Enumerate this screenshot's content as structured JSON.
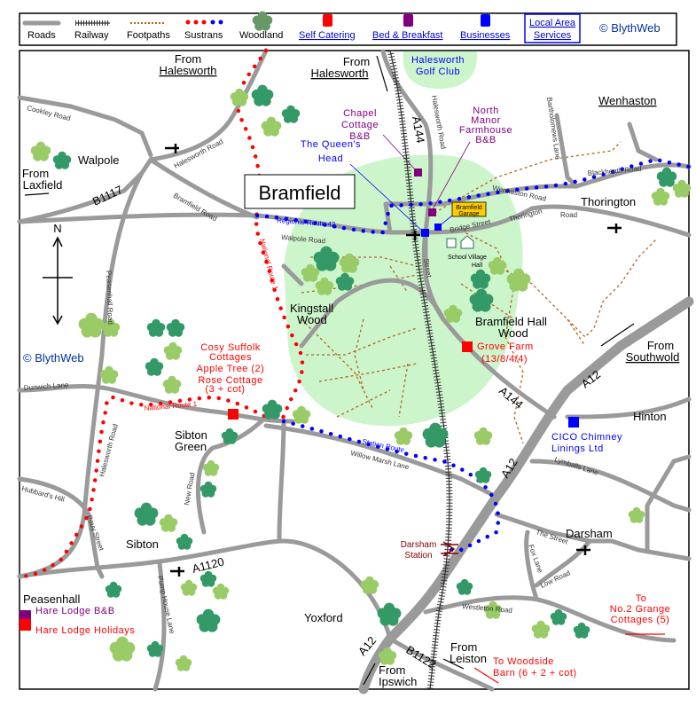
{
  "legend": {
    "items": [
      {
        "label": "Roads",
        "icon": "road-swatch"
      },
      {
        "label": "Railway",
        "icon": "railway-swatch"
      },
      {
        "label": "Footpaths",
        "icon": "footpath-swatch"
      },
      {
        "label": "Sustrans",
        "icon": "sustrans-swatch"
      },
      {
        "label": "Woodland",
        "icon": "tree-icon"
      }
    ],
    "links": [
      {
        "label": "Self Catering",
        "color": "#ff0000"
      },
      {
        "label": "Bed & Breakfast",
        "color": "#800080"
      },
      {
        "label": "Businesses",
        "color": "#0000ff"
      }
    ],
    "services_line1": "Local Area",
    "services_line2": "Services",
    "logo": "© BlythWeb"
  },
  "colors": {
    "road": "#9a9a9a",
    "woodland_area": "#ccf5cc",
    "tree_dark": "#339966",
    "tree_light": "#99cc66",
    "footpath": "#b5651d",
    "garage": "#ffcc00"
  },
  "map": {
    "title": "Bramfield",
    "logo": "© BlythWeb",
    "directions": {
      "from_halesworth_1a": "From",
      "from_halesworth_1b": "Halesworth",
      "from_halesworth_2a": "From",
      "from_halesworth_2b": "Halesworth",
      "from_laxfield_a": "From",
      "from_laxfield_b": "Laxfield",
      "from_southwold_a": "From",
      "from_southwold_b": "Southwold",
      "from_leiston_a": "From",
      "from_leiston_b": "Leiston",
      "from_ipswich_a": "From",
      "from_ipswich_b": "Ipswich",
      "north": "N"
    },
    "places": {
      "walpole": "Walpole",
      "wenhaston": "Wenhaston",
      "thorington": "Thorington",
      "kingstall_a": "Kingstall",
      "kingstall_b": "Wood",
      "bramfield_hall_a": "Bramfield Hall",
      "bramfield_hall_b": "Wood",
      "hinton": "Hinton",
      "sibton_green_a": "Sibton",
      "sibton_green_b": "Green",
      "sibton": "Sibton",
      "darsham": "Darsham",
      "peasenhall": "Peasenhall",
      "yoxford": "Yoxford",
      "golf_a": "Halesworth",
      "golf_b": "Golf Club",
      "darsham_station_a": "Darsham",
      "darsham_station_b": "Station",
      "school": "School",
      "village_hall_a": "Village",
      "village_hall_b": "Hall",
      "garage_a": "Bramfield",
      "garage_b": "Garage"
    },
    "roads": {
      "a144": "A144",
      "a144_south": "A144",
      "a12_a": "A12",
      "a12_b": "A12",
      "a12_c": "A12",
      "a1120": "A1120",
      "b1117": "B1117",
      "b1122": "B1122",
      "cookley": "Cookley Road",
      "halesworth_rd_n": "Halesworth Road",
      "halesworth_rd_a144": "Halesworth Road",
      "bramfield_rd": "Bramfield Road",
      "walpole_rd": "Walpole Road",
      "regional_42": "Regional Route 42",
      "national_1_n": "National Route 1",
      "national_1_s": "National Route 1",
      "wenhaston_rd": "Wenhaston Road",
      "blackheath_rd": "Blackheath Road",
      "bartholomews": "Bartholomews Lane",
      "thorington_rd_a": "Thorington",
      "thorington_rd_b": "Road",
      "bridge_st": "Bridge Street",
      "street": "Street",
      "peasenhall_rd": "Peasenhall Road",
      "dunwich": "Dunwich Lane",
      "halesworth_rd_s": "Halesworth Road",
      "hubbards": "Hubbard's Hill",
      "pouy": "Pouy Street",
      "new_rd": "New Road",
      "pump_house": "Pump House Lane",
      "station_route": "Station Route",
      "willow_marsh": "Willow Marsh Lane",
      "lymballs": "Lymballs Lane",
      "the_street": "The Street",
      "fox_lane": "Fox Lane",
      "low_rd": "Low Road",
      "westleton": "Westleton Road"
    },
    "bnb": {
      "chapel_a": "Chapel",
      "chapel_b": "Cottage",
      "chapel_c": "B&B",
      "north_manor_a": "North",
      "north_manor_b": "Manor",
      "north_manor_c": "Farmhouse",
      "north_manor_d": "B&B",
      "hare_lodge_bb": "Hare Lodge B&B"
    },
    "businesses": {
      "queens_a": "The Queen's",
      "queens_b": "Head",
      "cico_a": "CICO Chimney",
      "cico_b": "Linings Ltd"
    },
    "self_catering": {
      "cosy_a": "Cosy Suffolk",
      "cosy_b": "Cottages",
      "cosy_c": "Apple Tree (2)",
      "cosy_d": "Rose Cottage",
      "cosy_e": "(3 + cot)",
      "grove_a": "Grove Farm",
      "grove_b": "(13/8/4/4)",
      "hare_holidays": "Hare Lodge Holidays",
      "grange_a": "To",
      "grange_b": "No.2 Grange",
      "grange_c": "Cottages (5)",
      "woodside_a": "To Woodside",
      "woodside_b": "Barn (6 + 2 + cot)"
    }
  }
}
